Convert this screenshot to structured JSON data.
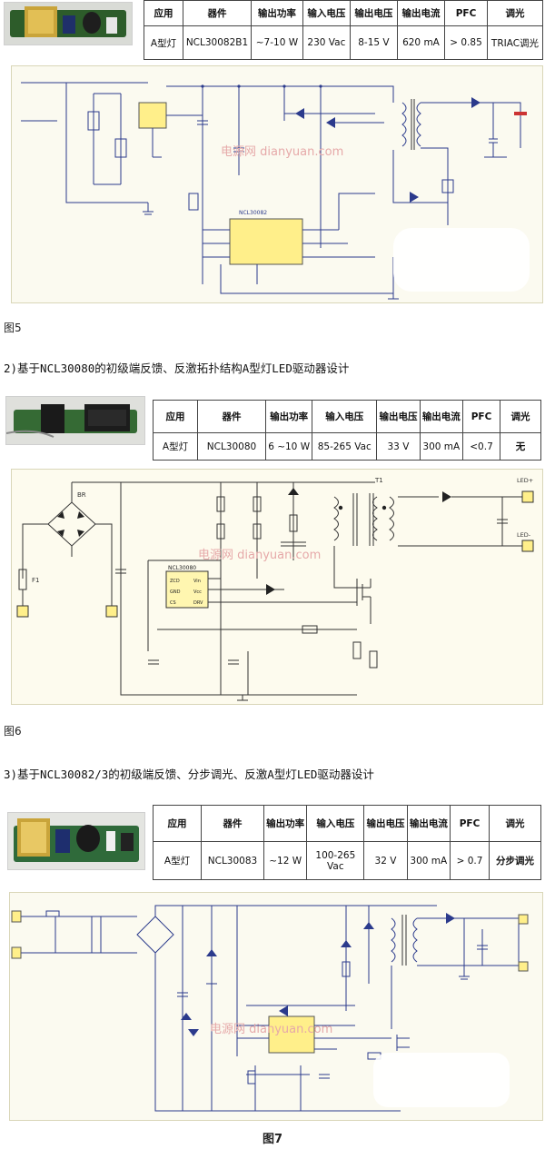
{
  "section1": {
    "table": {
      "headers": [
        "应用",
        "器件",
        "输出功率",
        "输入电压",
        "输出电压",
        "输出电流",
        "PFC",
        "调光"
      ],
      "row": [
        "A型灯",
        "NCL30082B1",
        "~7-10 W",
        "230 Vac",
        "8-15 V",
        "620 mA",
        "> 0.85",
        "TRIAC调光"
      ]
    },
    "schematic_labels": {
      "ic": "NCL30082",
      "watermark": "电源网 dianyuan.com"
    },
    "figure_label": "图5"
  },
  "section2": {
    "heading": "2)基于NCL30080的初级端反馈、反激拓扑结构A型灯LED驱动器设计",
    "table": {
      "headers": [
        "应用",
        "器件",
        "输出功率",
        "输入电压",
        "输出电压",
        "输出电流",
        "PFC",
        "调光"
      ],
      "row": [
        "A型灯",
        "NCL30080",
        "6 ~10 W",
        "85-265 Vac",
        "33 V",
        "300 mA",
        "<0.7",
        "无"
      ]
    },
    "schematic_labels": {
      "ic": "NCL30080",
      "ic_pins_left": [
        "ZCD",
        "GND",
        "CS"
      ],
      "ic_pins_right": [
        "Vin",
        "Vcc",
        "DRV"
      ],
      "bridge": "BR",
      "fuse": "F1",
      "transformer": "T1",
      "led_plus": "LED+",
      "led_minus": "LED-",
      "watermark": "电源网 dianyuan.com"
    },
    "figure_label": "图6"
  },
  "section3": {
    "heading": "3)基于NCL30082/3的初级端反馈、分步调光、反激A型灯LED驱动器设计",
    "table": {
      "headers": [
        "应用",
        "器件",
        "输出功率",
        "输入电压",
        "输出电压",
        "输出电流",
        "PFC",
        "调光"
      ],
      "row": [
        "A型灯",
        "NCL30083",
        "~12 W",
        "100-265 Vac",
        "32 V",
        "300 mA",
        "> 0.7",
        "分步调光"
      ]
    },
    "schematic_labels": {
      "watermark": "电源网 dianyuan.com"
    },
    "figure_label": "图7"
  },
  "colors": {
    "schematic_wire": "#2b3a8c",
    "schematic_bg": "#fbfaf0",
    "watermark": "#e6a9a9",
    "ic_fill": "#ffef8a"
  }
}
